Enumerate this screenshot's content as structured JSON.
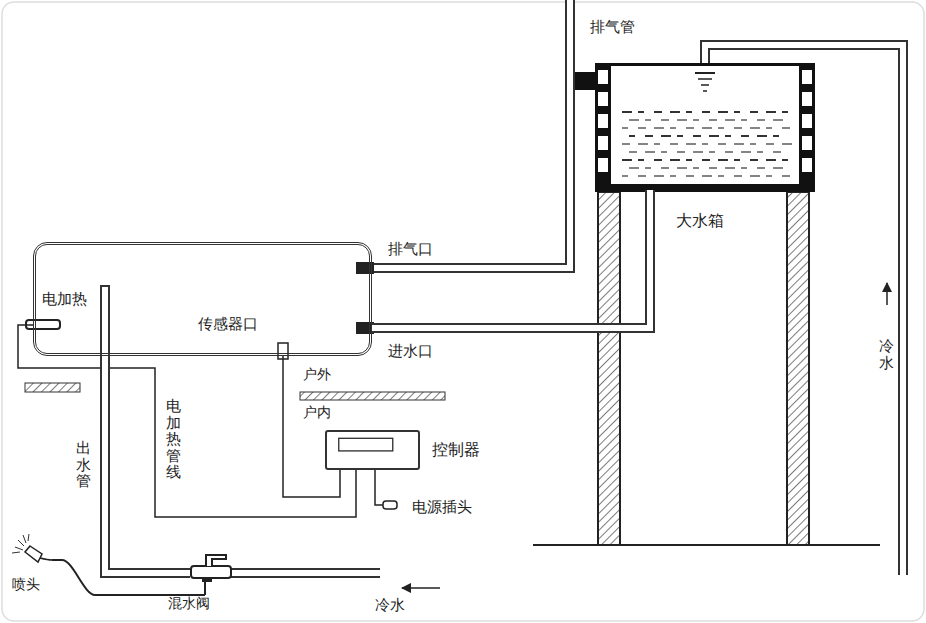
{
  "diagram": {
    "nodes": [
      {
        "text": [
          "电加热",
          "传感器口"
        ]
      },
      {
        "text": [
          "大水箱"
        ]
      },
      {
        "text": [
          "控制器"
        ]
      },
      {
        "text": [
          "混水阀"
        ]
      },
      {
        "text": [
          "喷头"
        ]
      }
    ],
    "edges": [
      {
        "from": 1,
        "to": 0,
        "arrow": "none"
      },
      {
        "from": 0,
        "to": 2,
        "arrow": "none"
      },
      {
        "from": 0,
        "to": 2,
        "label": "电加热管线",
        "arrow": "none"
      },
      {
        "from": 0,
        "to": 3,
        "label": "出水管",
        "arrow": "none"
      },
      {
        "from": 3,
        "to": 4,
        "arrow": "none"
      }
    ],
    "labels": [
      "排气管",
      "排气口",
      "进水口",
      "户外",
      "户内",
      "电源插头",
      "冷水",
      "冷水"
    ]
  }
}
